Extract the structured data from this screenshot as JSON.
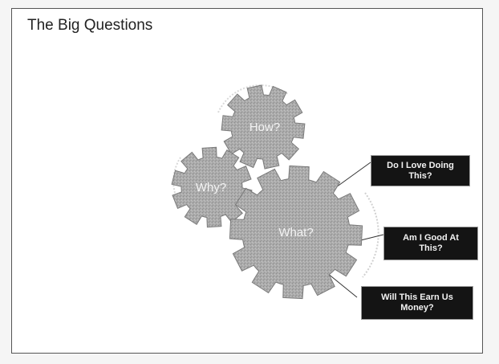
{
  "slide": {
    "title": "The Big Questions"
  },
  "gears": [
    {
      "label": "How?"
    },
    {
      "label": "Why?"
    },
    {
      "label": "What?"
    }
  ],
  "callouts": [
    {
      "text": "Do I Love Doing\nThis?"
    },
    {
      "text": "Am I Good At\nThis?"
    },
    {
      "text": "Will This Earn  Us\nMoney?"
    }
  ],
  "colors": {
    "gear_fill": "#a9a9a9",
    "callout_bg": "#141414",
    "callout_text": "#f2f2f2"
  }
}
